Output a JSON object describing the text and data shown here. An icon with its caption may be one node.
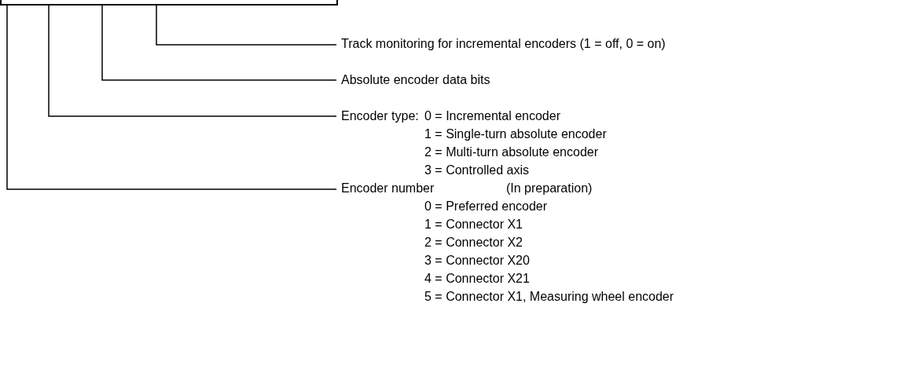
{
  "diagram": {
    "nodes": [
      {
        "text": [],
        "shape": "box"
      },
      {
        "text": [
          "Track monitoring for incremental encoders (1 = off, 0 = on)"
        ]
      },
      {
        "text": [
          "Absolute encoder data bits"
        ]
      },
      {
        "text": [
          "Encoder type:",
          "0 = Incremental encoder",
          "1 = Single-turn absolute encoder",
          "2 = Multi-turn absolute encoder",
          "3 = Controlled axis"
        ]
      },
      {
        "text": [
          "Encoder number",
          "(In preparation)",
          "0 = Preferred encoder",
          "1 = Connector X1",
          "2 = Connector X2",
          "3 = Connector X20",
          "4 = Connector X21",
          "5 = Connector X1, Measuring wheel encoder"
        ]
      }
    ],
    "edges": [
      {
        "from": 1,
        "to": 0,
        "arrow": "none"
      },
      {
        "from": 2,
        "to": 0,
        "arrow": "none"
      },
      {
        "from": 3,
        "to": 0,
        "arrow": "none"
      },
      {
        "from": 4,
        "to": 0,
        "arrow": "none"
      }
    ]
  }
}
